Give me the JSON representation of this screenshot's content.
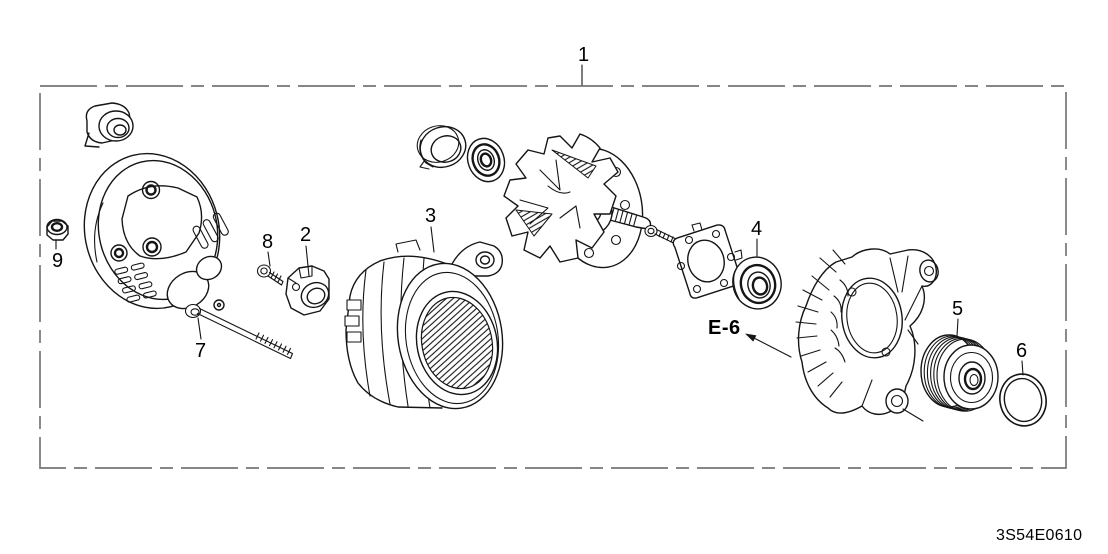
{
  "figure": {
    "code": "3S54E0610",
    "reference": "E-6",
    "callouts": [
      {
        "label": "1"
      },
      {
        "label": "2"
      },
      {
        "label": "3"
      },
      {
        "label": "4"
      },
      {
        "label": "5"
      },
      {
        "label": "6"
      },
      {
        "label": "7"
      },
      {
        "label": "8"
      },
      {
        "label": "9"
      }
    ]
  }
}
